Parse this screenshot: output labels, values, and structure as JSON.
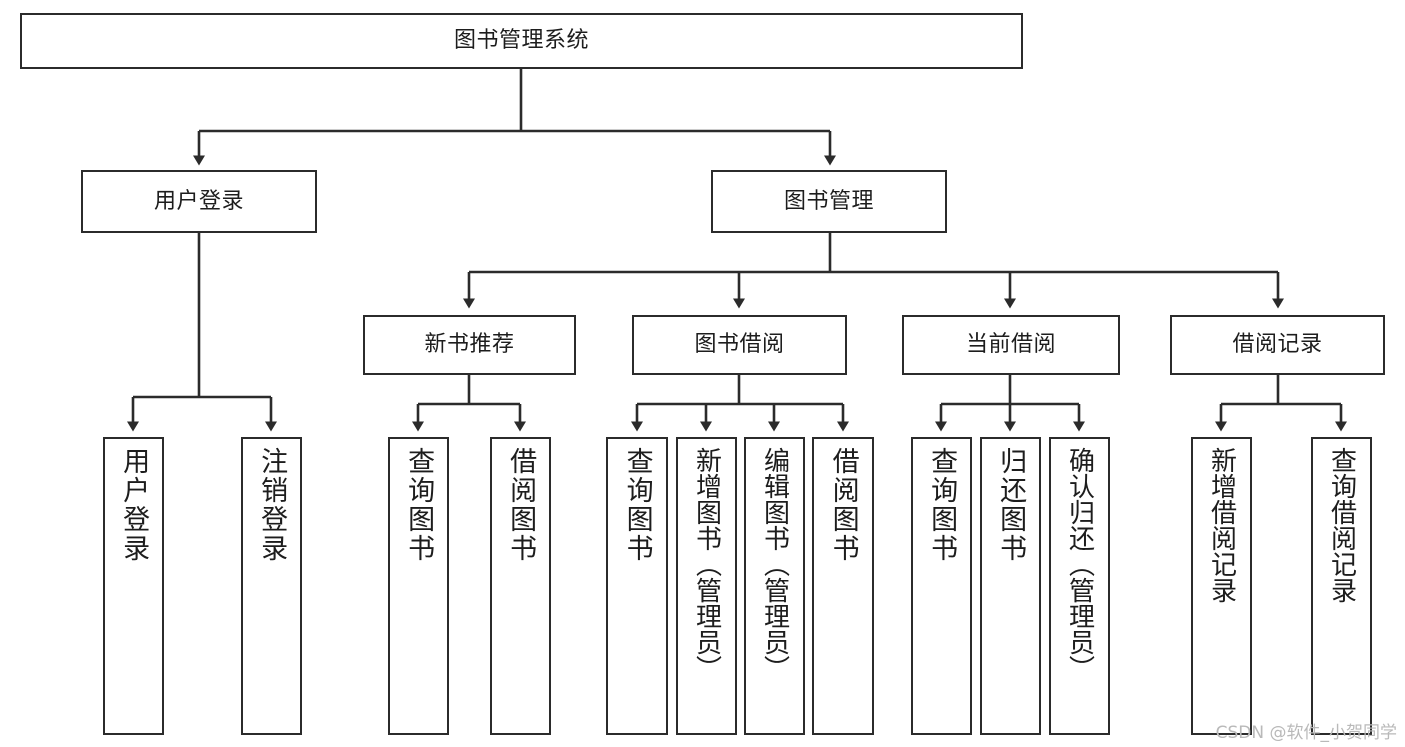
{
  "diagram": {
    "title": "图书管理系统",
    "type": "tree-hierarchy-diagram",
    "colors": {
      "box_border": "#2b2b2b",
      "box_fill": "#ffffff",
      "connector": "#2b2b2b",
      "text": "#1d1d1d",
      "watermark": "#b9b9b9"
    },
    "nodes": {
      "root": {
        "label": "图书管理系统"
      },
      "level2": [
        {
          "label": "用户登录"
        },
        {
          "label": "图书管理"
        }
      ],
      "level3": [
        {
          "label": "新书推荐"
        },
        {
          "label": "图书借阅"
        },
        {
          "label": "当前借阅"
        },
        {
          "label": "借阅记录"
        }
      ],
      "leaves_user_login": [
        {
          "label": "用户登录"
        },
        {
          "label": "注销登录"
        }
      ],
      "leaves_new_book": [
        {
          "label": "查询图书"
        },
        {
          "label": "借阅图书"
        }
      ],
      "leaves_book_borrow": [
        {
          "label": "查询图书"
        },
        {
          "label": "新增图书（管理员）"
        },
        {
          "label": "编辑图书（管理员）"
        },
        {
          "label": "借阅图书"
        }
      ],
      "leaves_current_borrow": [
        {
          "label": "查询图书"
        },
        {
          "label": "归还图书"
        },
        {
          "label": "确认归还（管理员）"
        }
      ],
      "leaves_borrow_record": [
        {
          "label": "新增借阅记录"
        },
        {
          "label": "查询借阅记录"
        }
      ]
    }
  },
  "watermark": {
    "text": "CSDN @软件_小贺同学"
  }
}
